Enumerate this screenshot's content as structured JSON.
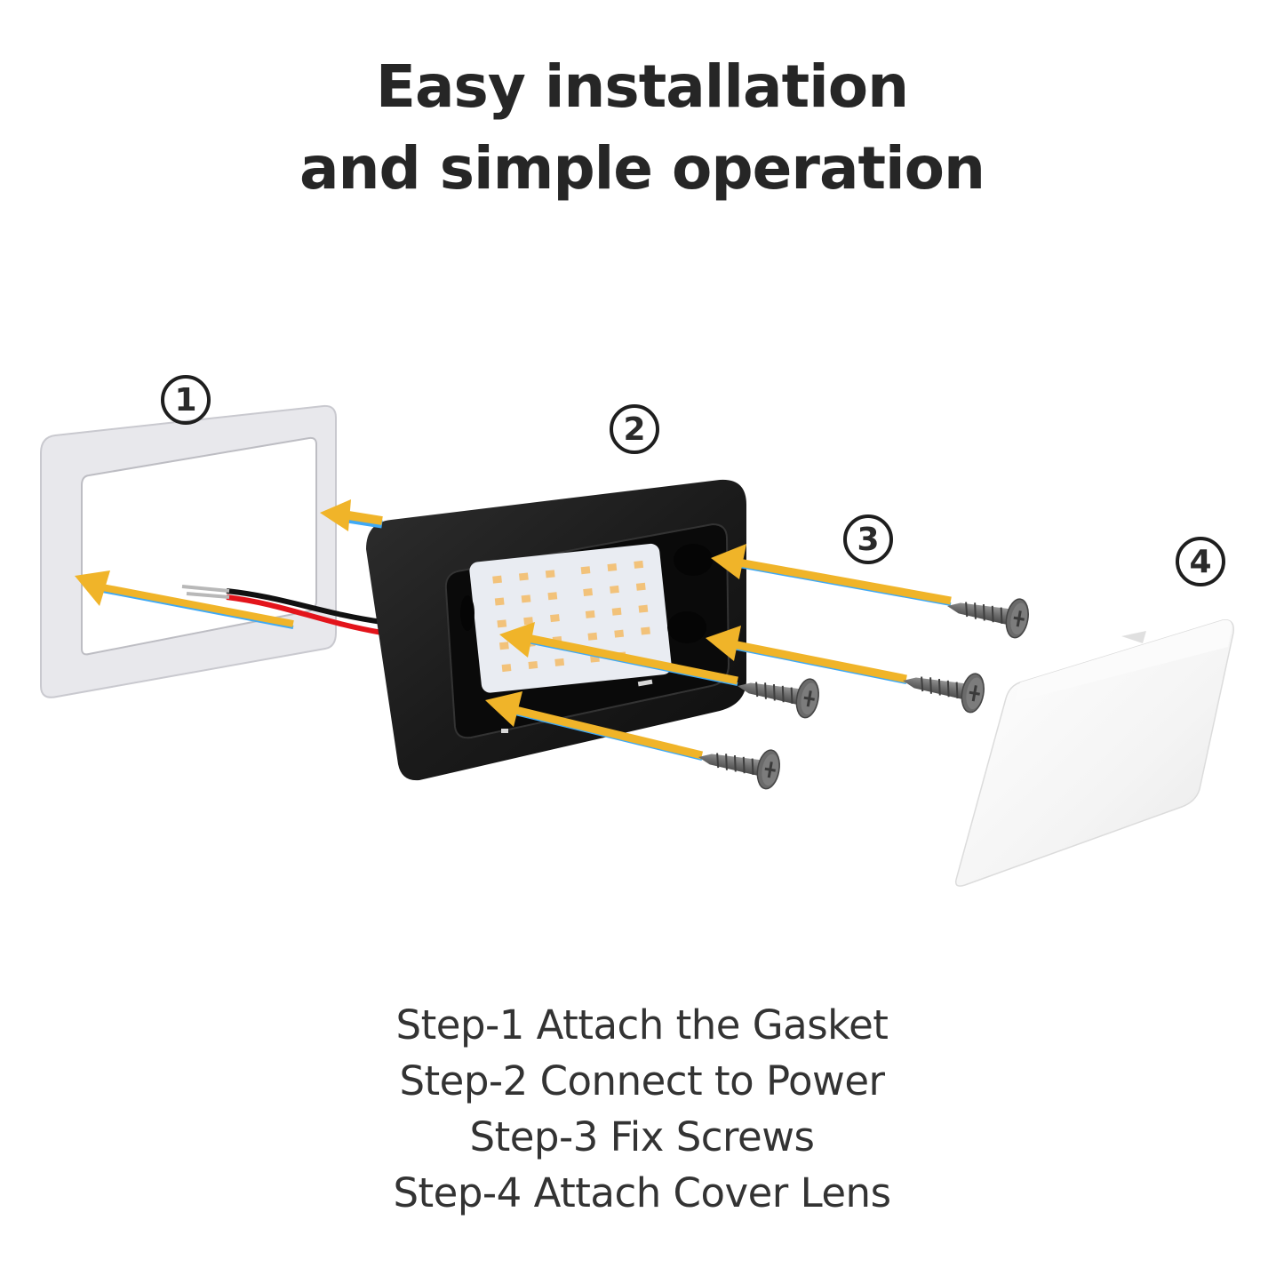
{
  "header": {
    "title_line1": "Easy installation",
    "title_line2": "and simple operation"
  },
  "diagram": {
    "badges": [
      {
        "number": "1",
        "part": "gasket"
      },
      {
        "number": "2",
        "part": "light-housing"
      },
      {
        "number": "3",
        "part": "screws"
      },
      {
        "number": "4",
        "part": "cover-lens"
      }
    ],
    "colors": {
      "arrow": "#F0B429",
      "arrow_edge": "#3FA9F5",
      "housing": "#1c1c1c",
      "gasket": "#e6e6ea",
      "lens": "#f7f7f7",
      "wire_red": "#e3141b",
      "wire_black": "#111111",
      "screw": "#7a7a7a"
    }
  },
  "steps": [
    {
      "label": "Step-1 Attach the Gasket"
    },
    {
      "label": "Step-2 Connect to Power"
    },
    {
      "label": "Step-3 Fix Screws"
    },
    {
      "label": "Step-4 Attach Cover Lens"
    }
  ]
}
